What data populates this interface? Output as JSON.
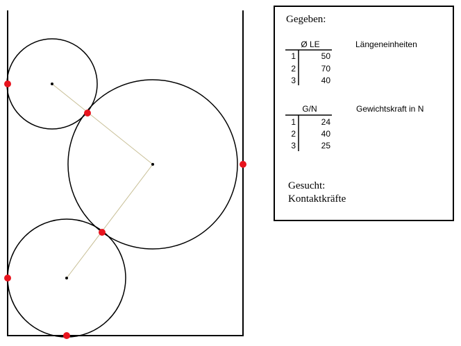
{
  "given": {
    "heading": "Gegeben:",
    "diameter_table": {
      "header": "Ø LE",
      "unit_label": "Längeneinheiten",
      "rows": [
        {
          "index": "1",
          "value": "50"
        },
        {
          "index": "2",
          "value": "70"
        },
        {
          "index": "3",
          "value": "40"
        }
      ]
    },
    "weight_table": {
      "header": "G/N",
      "unit_label": "Gewichtskraft in N",
      "rows": [
        {
          "index": "1",
          "value": "24"
        },
        {
          "index": "2",
          "value": "40"
        },
        {
          "index": "3",
          "value": "25"
        }
      ]
    }
  },
  "sought": {
    "heading": "Gesucht:",
    "item": "Kontaktkräfte"
  },
  "colors": {
    "contact_point": "#e8141e",
    "center_link": "#c8bf96",
    "outline": "#000000"
  }
}
